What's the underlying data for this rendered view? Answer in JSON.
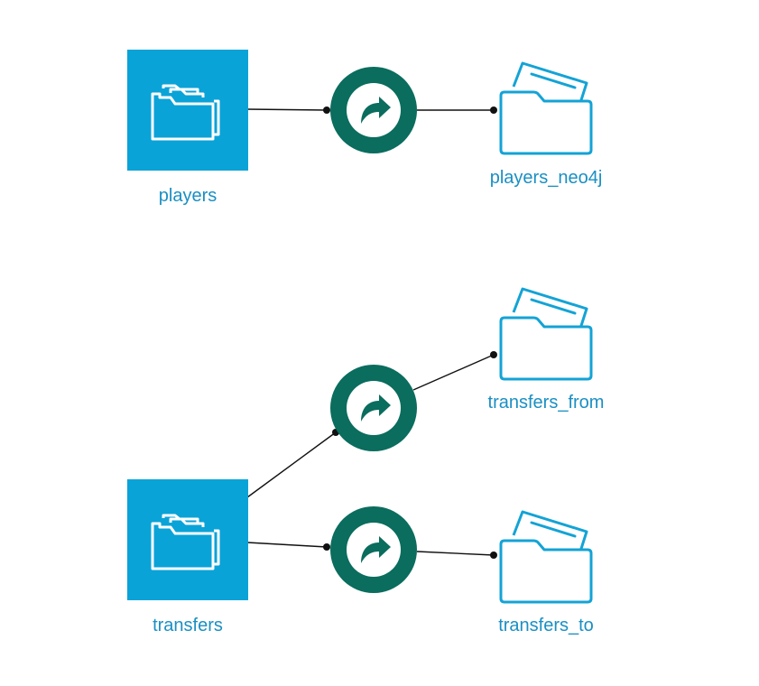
{
  "flow": {
    "colors": {
      "dataset": "#0aa3d8",
      "recipe": "#0a6d5e",
      "edge": "#111111",
      "label": "#1a8fc3",
      "folder_stroke": "#13a3d6"
    },
    "datasets": {
      "players": {
        "label": "players",
        "icon": "folder-stack-icon"
      },
      "transfers": {
        "label": "transfers",
        "icon": "folder-stack-icon"
      }
    },
    "outputs": {
      "players_neo4j": {
        "label": "players_neo4j",
        "icon": "managed-folder-icon"
      },
      "transfers_from": {
        "label": "transfers_from",
        "icon": "managed-folder-icon"
      },
      "transfers_to": {
        "label": "transfers_to",
        "icon": "managed-folder-icon"
      }
    },
    "recipes": {
      "export_players": {
        "icon": "share-arrow-icon"
      },
      "export_transfers_from": {
        "icon": "share-arrow-icon"
      },
      "export_transfers_to": {
        "icon": "share-arrow-icon"
      }
    }
  }
}
